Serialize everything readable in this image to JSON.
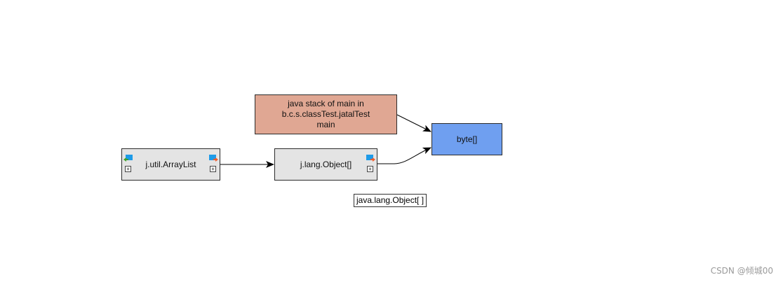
{
  "colors": {
    "stack_fill": "#e0a793",
    "byte_fill": "#6f9ff0",
    "grey_fill": "#e4e4e4",
    "icon_blue": "#1e9be8",
    "arrow_in": "#3fa12d",
    "arrow_out": "#ef5b2b"
  },
  "nodes": {
    "stack": {
      "lines": [
        "java stack of main in",
        "b.c.s.classTest.jatalTest",
        "main"
      ]
    },
    "byte": {
      "label": "byte[]"
    },
    "arraylist": {
      "label": "j.util.ArrayList",
      "expand": "+"
    },
    "object": {
      "label": "j.lang.Object[]",
      "expand": "+"
    }
  },
  "tooltip": {
    "text": "java.lang.Object[ ]"
  },
  "watermark": {
    "text": "CSDN @倾城00"
  },
  "icons": {
    "incoming": "navigate-in-icon",
    "outgoing": "navigate-out-icon",
    "expand": "expand-plus-icon"
  }
}
